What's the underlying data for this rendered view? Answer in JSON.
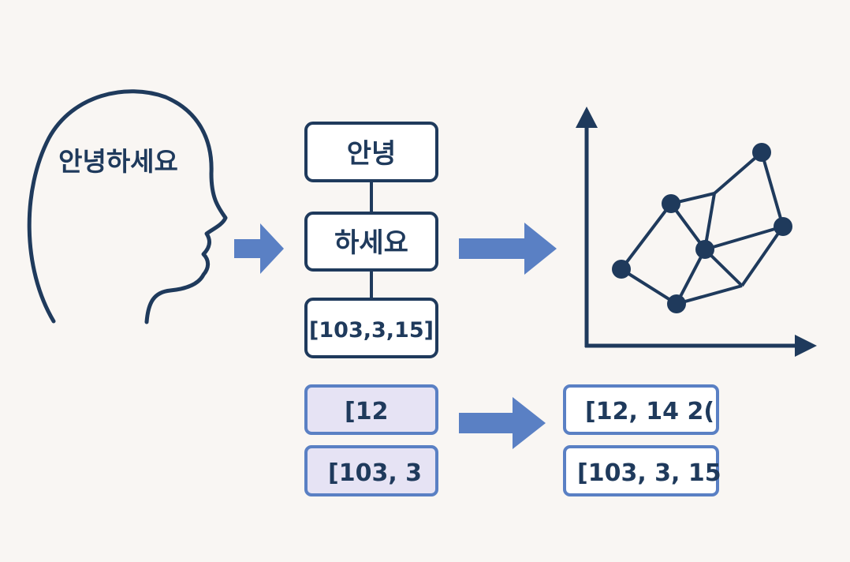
{
  "head": {
    "speech": "안녕하세요"
  },
  "tokens": [
    "안녕",
    "하세요",
    "[103,3,15]"
  ],
  "ids": [
    "[12",
    "[103, 3"
  ],
  "embeddings": [
    "[12, 14 2(",
    "[103, 3, 15"
  ],
  "colors": {
    "background": "#f9f6f3",
    "ink": "#1f3a5c",
    "arrow": "#5a80c4",
    "box_fill": "#ffffff",
    "id_box_fill": "#e6e3f4",
    "id_box_stroke": "#5a80c4"
  },
  "icons": [
    "head-silhouette-icon",
    "arrow-right-icon",
    "network-graph-icon",
    "axis-icon"
  ]
}
